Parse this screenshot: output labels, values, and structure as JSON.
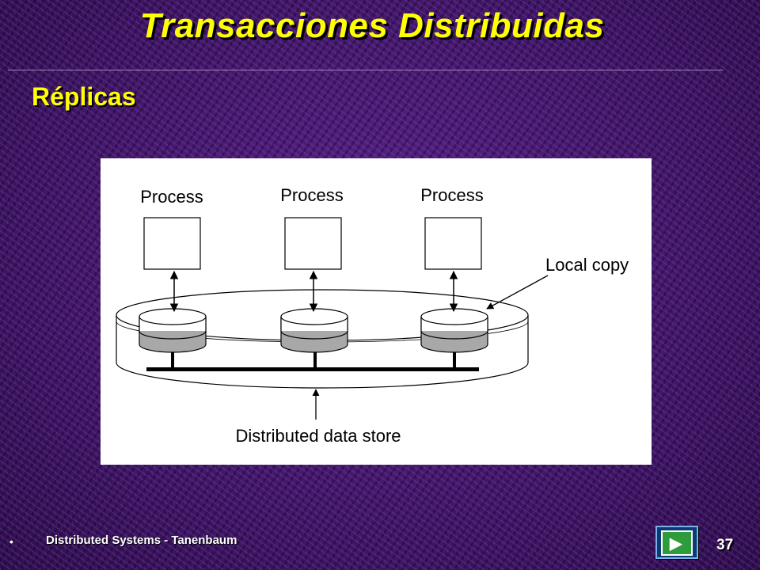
{
  "slide": {
    "title": "Transacciones Distribuidas",
    "subtitle": "Réplicas"
  },
  "diagram": {
    "process_labels": [
      "Process",
      "Process",
      "Process"
    ],
    "local_copy_label": "Local copy",
    "data_store_label": "Distributed data store"
  },
  "footer": {
    "bullet": "•",
    "text": "Distributed Systems - Tanenbaum",
    "page_number": "37",
    "logo_icon": "presentation-logo-icon"
  },
  "colors": {
    "title": "#ffff00",
    "background": "#3b1560",
    "disk_fill": "#a8a8a8"
  }
}
